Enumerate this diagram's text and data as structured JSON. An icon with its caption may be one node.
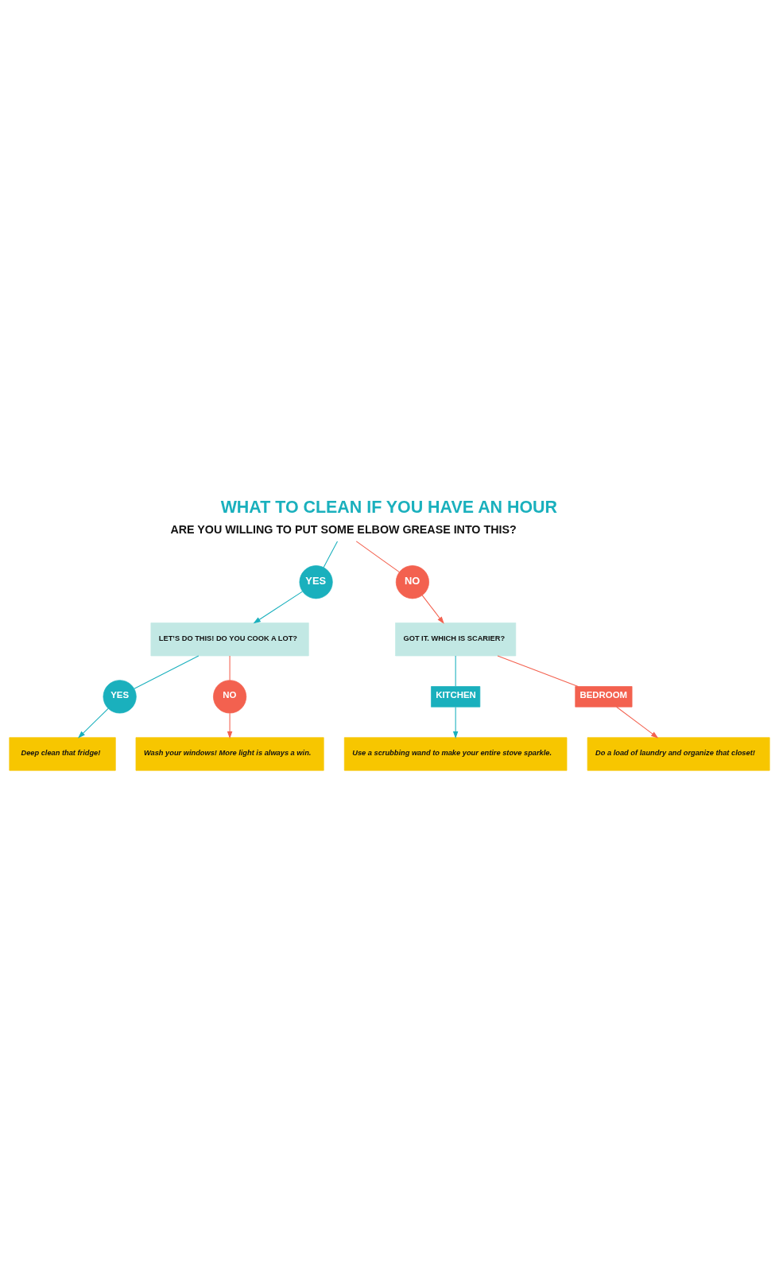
{
  "diagram": {
    "title": "WHAT TO CLEAN IF YOU HAVE AN HOUR",
    "nodes": [
      {
        "text": [
          "ARE YOU WILLING TO PUT SOME ELBOW GREASE INTO THIS?"
        ]
      },
      {
        "text": [
          "YES"
        ]
      },
      {
        "text": [
          "NO"
        ]
      },
      {
        "text": [
          "LET’S DO THIS! DO YOU COOK A LOT?"
        ]
      },
      {
        "text": [
          "GOT IT. WHICH IS SCARIER?"
        ]
      },
      {
        "text": [
          "YES"
        ]
      },
      {
        "text": [
          "NO"
        ]
      },
      {
        "text": [
          "KITCHEN"
        ]
      },
      {
        "text": [
          "BEDROOM"
        ]
      },
      {
        "text": [
          "Deep clean that fridge!"
        ]
      },
      {
        "text": [
          "Wash your windows! More light is always a win."
        ]
      },
      {
        "text": [
          "Use a scrubbing wand to make your entire stove sparkle."
        ]
      },
      {
        "text": [
          "Do a load of laundry and organize that closet!"
        ]
      }
    ],
    "edges": [
      {
        "from": 0,
        "to": 1,
        "arrow": "none",
        "color": "#1ab0bd"
      },
      {
        "from": 1,
        "to": 3,
        "arrow": "to",
        "color": "#1ab0bd"
      },
      {
        "from": 0,
        "to": 2,
        "arrow": "none",
        "color": "#f3614f"
      },
      {
        "from": 2,
        "to": 4,
        "arrow": "to",
        "color": "#f3614f"
      },
      {
        "from": 3,
        "to": 5,
        "arrow": "none",
        "color": "#1ab0bd"
      },
      {
        "from": 5,
        "to": 9,
        "arrow": "to",
        "color": "#1ab0bd"
      },
      {
        "from": 3,
        "to": 6,
        "arrow": "none",
        "color": "#f3614f"
      },
      {
        "from": 6,
        "to": 10,
        "arrow": "to",
        "color": "#f3614f"
      },
      {
        "from": 4,
        "to": 7,
        "arrow": "none",
        "color": "#1ab0bd"
      },
      {
        "from": 7,
        "to": 11,
        "arrow": "to",
        "color": "#1ab0bd"
      },
      {
        "from": 4,
        "to": 8,
        "arrow": "none",
        "color": "#f3614f"
      },
      {
        "from": 8,
        "to": 12,
        "arrow": "to",
        "color": "#f3614f"
      }
    ]
  }
}
